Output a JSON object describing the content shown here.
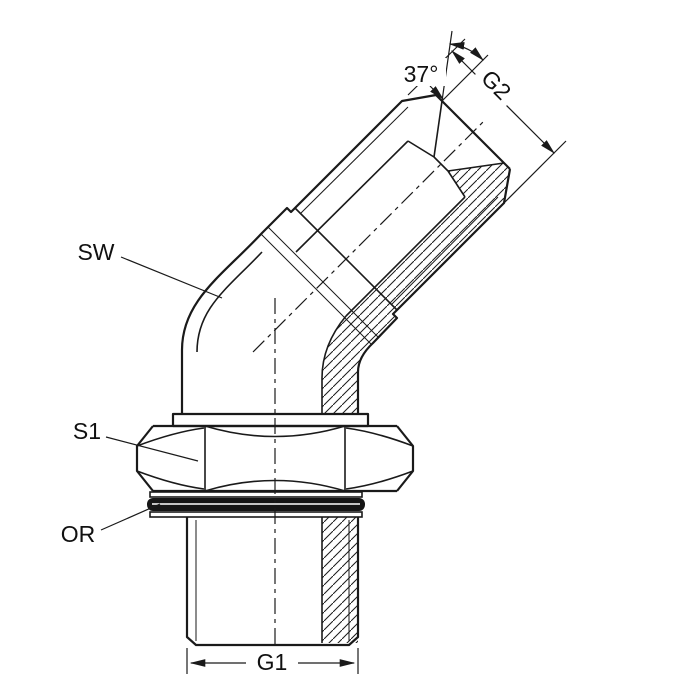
{
  "drawing": {
    "kind": "45-degree adjustable elbow fitting, half-section technical drawing",
    "labels": {
      "sw": "SW",
      "s1": "S1",
      "or": "OR",
      "g1": "G1",
      "g2": "G2",
      "angle": "37°"
    },
    "colors": {
      "line": "#1a1a1a",
      "background": "#ffffff",
      "seal": "#161616"
    }
  }
}
